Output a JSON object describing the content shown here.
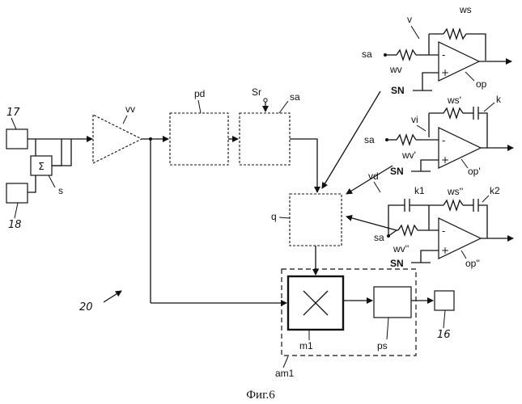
{
  "caption": "Фиг.6",
  "figure_ref": "20",
  "blocks": {
    "b17": "17",
    "b18": "18",
    "sum_symbol": "Σ",
    "sum_label": "s",
    "vv": "vv",
    "pd": "pd",
    "sa_block": "sa",
    "sr": "Sr",
    "q": "q",
    "m1": "m1",
    "ps": "ps",
    "b16": "16",
    "am1": "am1"
  },
  "stages": {
    "v": {
      "name": "v",
      "input": "sa",
      "in_res": "wv",
      "fb_res": "ws",
      "amp": "op",
      "ground": "SN"
    },
    "vi": {
      "name": "vi",
      "input": "sa",
      "in_res": "wv'",
      "fb_res": "ws'",
      "cap": "k",
      "amp": "op'",
      "ground": "SN"
    },
    "vd": {
      "name": "vd",
      "input": "sa",
      "in_res": "wv''",
      "fb_res": "ws''",
      "cap_in": "k1",
      "cap_fb": "k2",
      "amp": "op''",
      "ground": "SN"
    }
  }
}
